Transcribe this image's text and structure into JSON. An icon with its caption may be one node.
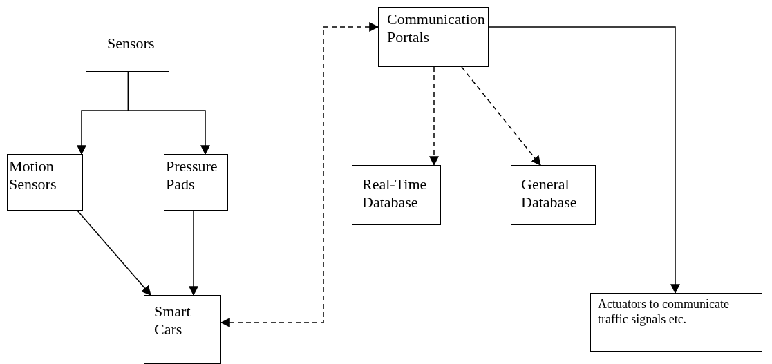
{
  "diagram": {
    "nodes": [
      {
        "text": [
          "Sensors"
        ]
      },
      {
        "text": [
          "Motion Sensors"
        ]
      },
      {
        "text": [
          "Pressure Pads"
        ]
      },
      {
        "text": [
          "Smart Cars"
        ]
      },
      {
        "text": [
          "Communication Portals"
        ]
      },
      {
        "text": [
          "Real-Time Database"
        ]
      },
      {
        "text": [
          "General Database"
        ]
      },
      {
        "text": [
          "Actuators to communicate traffic signals etc."
        ]
      }
    ],
    "edges": [
      {
        "from": 0,
        "to": 1,
        "arrow": "to"
      },
      {
        "from": 0,
        "to": 2,
        "arrow": "to"
      },
      {
        "from": 1,
        "to": 3,
        "arrow": "to"
      },
      {
        "from": 2,
        "to": 3,
        "arrow": "to"
      },
      {
        "from": 3,
        "to": 4,
        "arrow": "both",
        "style": "dashed"
      },
      {
        "from": 4,
        "to": 5,
        "arrow": "to",
        "style": "dashed"
      },
      {
        "from": 4,
        "to": 6,
        "arrow": "to",
        "style": "dashed"
      },
      {
        "from": 4,
        "to": 7,
        "arrow": "to"
      }
    ]
  }
}
